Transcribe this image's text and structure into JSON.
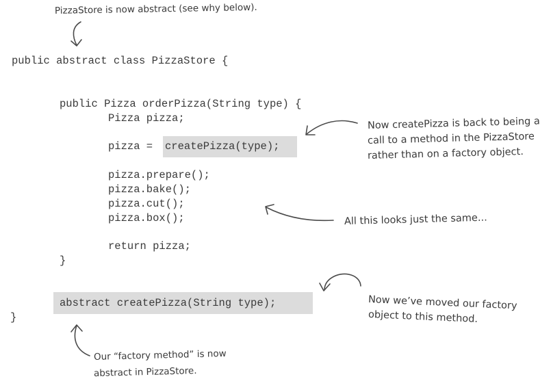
{
  "code_lines": {
    "class_decl": "public abstract class PizzaStore {",
    "method_decl": "public Pizza orderPizza(String type) {",
    "pizza_var": "Pizza pizza;",
    "create_prefix": "pizza = ",
    "create_call": "createPizza(type);",
    "prepare": "pizza.prepare();",
    "bake": "pizza.bake();",
    "cut": "pizza.cut();",
    "box": "pizza.box();",
    "return_stmt": "return pizza;",
    "method_close": "}",
    "abstract_method": "abstract createPizza(String type);",
    "class_close": "}"
  },
  "annotations": {
    "top_note": "PizzaStore is now abstract (see why below).",
    "create_note_line1": "Now createPizza is back to being a",
    "create_note_line2": "call to a method in the PizzaStore",
    "create_note_line3": "rather than on a factory object.",
    "same_note": "All this looks just the same...",
    "factory_note_line1": "Now we’ve moved our factory",
    "factory_note_line2": "object to this method.",
    "bottom_note_line1": "Our “factory method” is now",
    "bottom_note_line2": "abstract in PizzaStore."
  },
  "colors": {
    "highlight": "#dcdcdc",
    "text": "#3a3a3a"
  }
}
